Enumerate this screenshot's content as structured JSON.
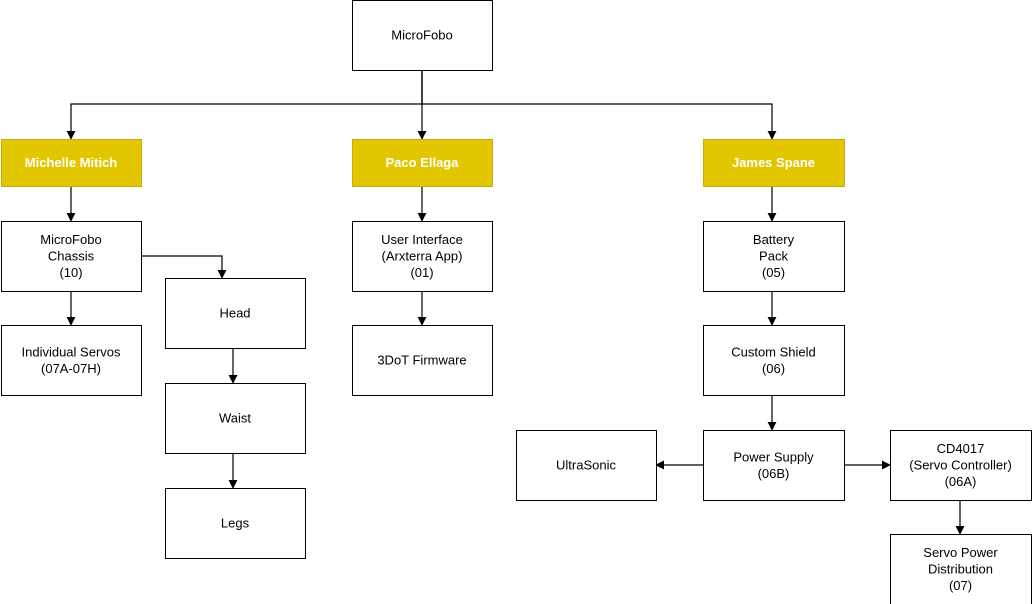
{
  "colors": {
    "highlight_fill": "#e2c600",
    "highlight_text": "#ffffff",
    "border": "#000000"
  },
  "nodes": [
    {
      "id": "microfobo",
      "lines": [
        "MicroFobo"
      ]
    },
    {
      "id": "michelle",
      "lines": [
        "Michelle Mitich"
      ],
      "highlight": true
    },
    {
      "id": "paco",
      "lines": [
        "Paco Ellaga"
      ],
      "highlight": true
    },
    {
      "id": "james",
      "lines": [
        "James Spane"
      ],
      "highlight": true
    },
    {
      "id": "chassis",
      "lines": [
        "MicroFobo",
        "Chassis",
        "(10)"
      ]
    },
    {
      "id": "servos",
      "lines": [
        "Individual Servos",
        "(07A-07H)"
      ]
    },
    {
      "id": "head",
      "lines": [
        "Head"
      ]
    },
    {
      "id": "waist",
      "lines": [
        "Waist"
      ]
    },
    {
      "id": "legs",
      "lines": [
        "Legs"
      ]
    },
    {
      "id": "ui",
      "lines": [
        "User Interface",
        "(Arxterra App)",
        "(01)"
      ]
    },
    {
      "id": "firmware",
      "lines": [
        "3DoT Firmware"
      ]
    },
    {
      "id": "battery",
      "lines": [
        "Battery",
        "Pack",
        "(05)"
      ]
    },
    {
      "id": "shield",
      "lines": [
        "Custom Shield",
        "(06)"
      ]
    },
    {
      "id": "power",
      "lines": [
        "Power Supply",
        "(06B)"
      ]
    },
    {
      "id": "ultrasonic",
      "lines": [
        "UltraSonic"
      ]
    },
    {
      "id": "cd4017",
      "lines": [
        "CD4017",
        "(Servo Controller)",
        "(06A)"
      ]
    },
    {
      "id": "servopower",
      "lines": [
        "Servo Power",
        "Distribution",
        "(07)"
      ]
    }
  ],
  "edges": [
    {
      "from": "microfobo",
      "to": "michelle"
    },
    {
      "from": "microfobo",
      "to": "paco"
    },
    {
      "from": "microfobo",
      "to": "james"
    },
    {
      "from": "michelle",
      "to": "chassis"
    },
    {
      "from": "chassis",
      "to": "servos"
    },
    {
      "from": "chassis",
      "to": "head"
    },
    {
      "from": "head",
      "to": "waist"
    },
    {
      "from": "waist",
      "to": "legs"
    },
    {
      "from": "paco",
      "to": "ui"
    },
    {
      "from": "ui",
      "to": "firmware"
    },
    {
      "from": "james",
      "to": "battery"
    },
    {
      "from": "battery",
      "to": "shield"
    },
    {
      "from": "shield",
      "to": "power"
    },
    {
      "from": "power",
      "to": "ultrasonic"
    },
    {
      "from": "power",
      "to": "cd4017"
    },
    {
      "from": "cd4017",
      "to": "servopower"
    }
  ]
}
